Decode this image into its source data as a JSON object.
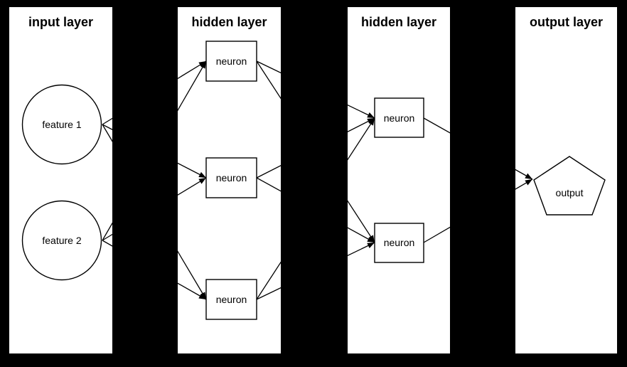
{
  "colors": {
    "background": "#000000",
    "panel": "#ffffff",
    "line": "#000000",
    "text": "#000000"
  },
  "layers": [
    {
      "title": "input layer",
      "nodes": [
        {
          "label": "feature 1",
          "shape": "circle"
        },
        {
          "label": "feature 2",
          "shape": "circle"
        }
      ]
    },
    {
      "title": "hidden layer",
      "nodes": [
        {
          "label": "neuron",
          "shape": "rect"
        },
        {
          "label": "neuron",
          "shape": "rect"
        },
        {
          "label": "neuron",
          "shape": "rect"
        }
      ]
    },
    {
      "title": "hidden layer",
      "nodes": [
        {
          "label": "neuron",
          "shape": "rect"
        },
        {
          "label": "neuron",
          "shape": "rect"
        }
      ]
    },
    {
      "title": "output layer",
      "nodes": [
        {
          "label": "output",
          "shape": "pentagon"
        }
      ]
    }
  ]
}
